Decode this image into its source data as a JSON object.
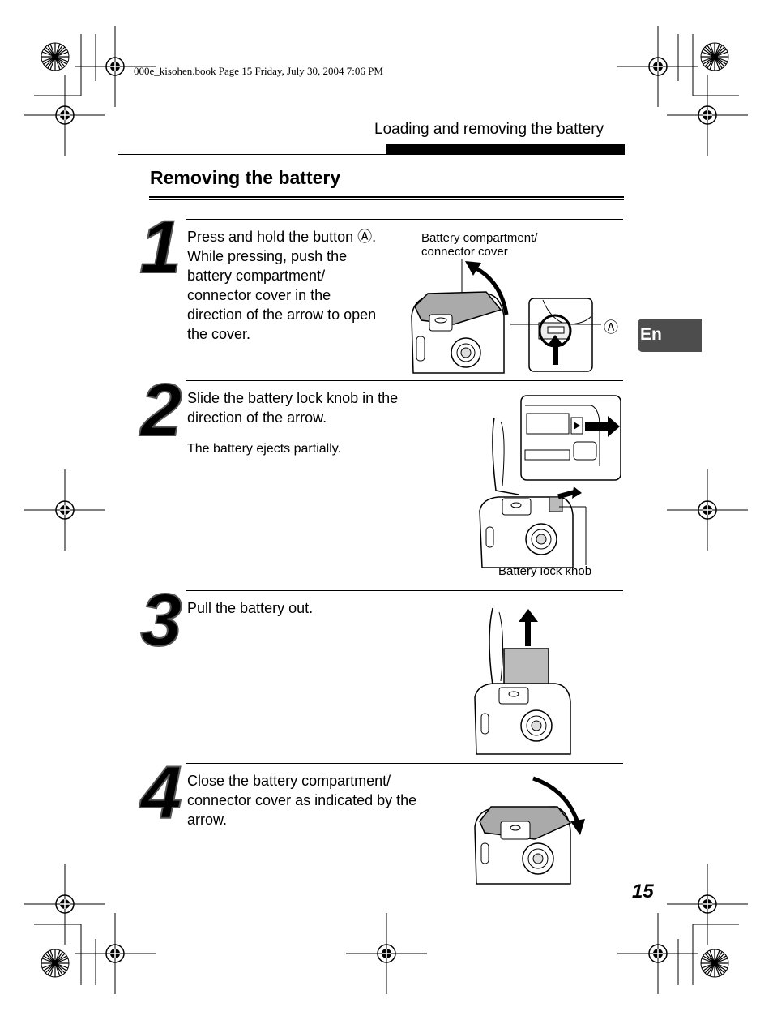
{
  "print_info": "000e_kisohen.book  Page 15  Friday, July 30, 2004  7:06 PM",
  "section_title": "Loading and removing the battery",
  "page_title": "Removing the battery",
  "side_tab": "En",
  "page_number": "15",
  "steps": [
    {
      "number": "1",
      "text_lines": [
        "Press and hold the button Ⓐ.",
        "While pressing, push the",
        "battery compartment/",
        "connector cover in the",
        "direction of the arrow to open",
        "the cover."
      ],
      "caption_lines": [
        "Battery compartment/",
        "connector cover"
      ],
      "marker": "Ⓐ"
    },
    {
      "number": "2",
      "text_lines": [
        "Slide the battery lock knob in the",
        "direction of the arrow."
      ],
      "note": "The battery ejects partially.",
      "caption": "Battery lock knob"
    },
    {
      "number": "3",
      "text_lines": [
        "Pull the battery out."
      ]
    },
    {
      "number": "4",
      "text_lines": [
        "Close the battery compartment/",
        "connector cover as indicated by the",
        "arrow."
      ]
    }
  ]
}
